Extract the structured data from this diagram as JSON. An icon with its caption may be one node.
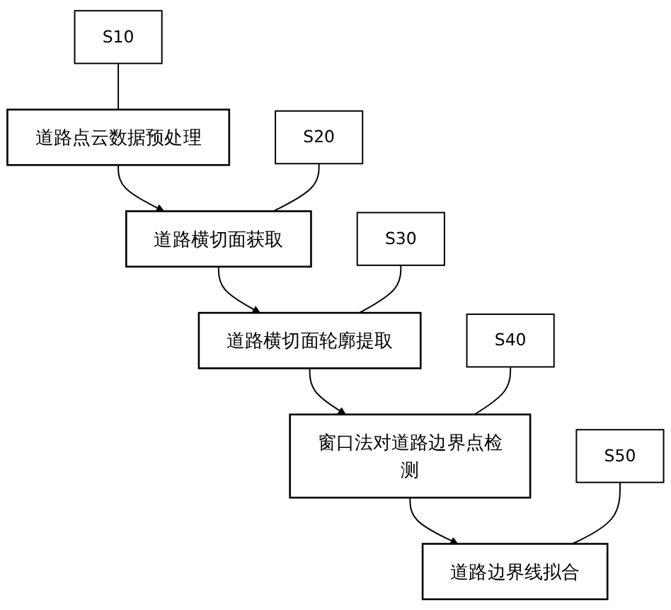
{
  "diagram": {
    "nodes": [
      {
        "text": [
          "S10"
        ]
      },
      {
        "text": [
          "道路点云数据预处理"
        ]
      },
      {
        "text": [
          "S20"
        ]
      },
      {
        "text": [
          "道路横切面获取"
        ]
      },
      {
        "text": [
          "S30"
        ]
      },
      {
        "text": [
          "道路横切面轮廓提取"
        ]
      },
      {
        "text": [
          "S40"
        ]
      },
      {
        "text": [
          "窗口法对道路边界点检测"
        ]
      },
      {
        "text": [
          "S50"
        ]
      },
      {
        "text": [
          "道路边界线拟合"
        ]
      }
    ],
    "edges": [
      {
        "from": 1,
        "to": 3,
        "arrow": "to"
      },
      {
        "from": 3,
        "to": 5,
        "arrow": "to"
      },
      {
        "from": 5,
        "to": 7,
        "arrow": "to"
      },
      {
        "from": 7,
        "to": 9,
        "arrow": "to"
      },
      {
        "from": 0,
        "to": 1,
        "arrow": "none"
      },
      {
        "from": 2,
        "to": 3,
        "arrow": "none"
      },
      {
        "from": 4,
        "to": 5,
        "arrow": "none"
      },
      {
        "from": 6,
        "to": 7,
        "arrow": "none"
      },
      {
        "from": 8,
        "to": 9,
        "arrow": "none"
      }
    ]
  }
}
